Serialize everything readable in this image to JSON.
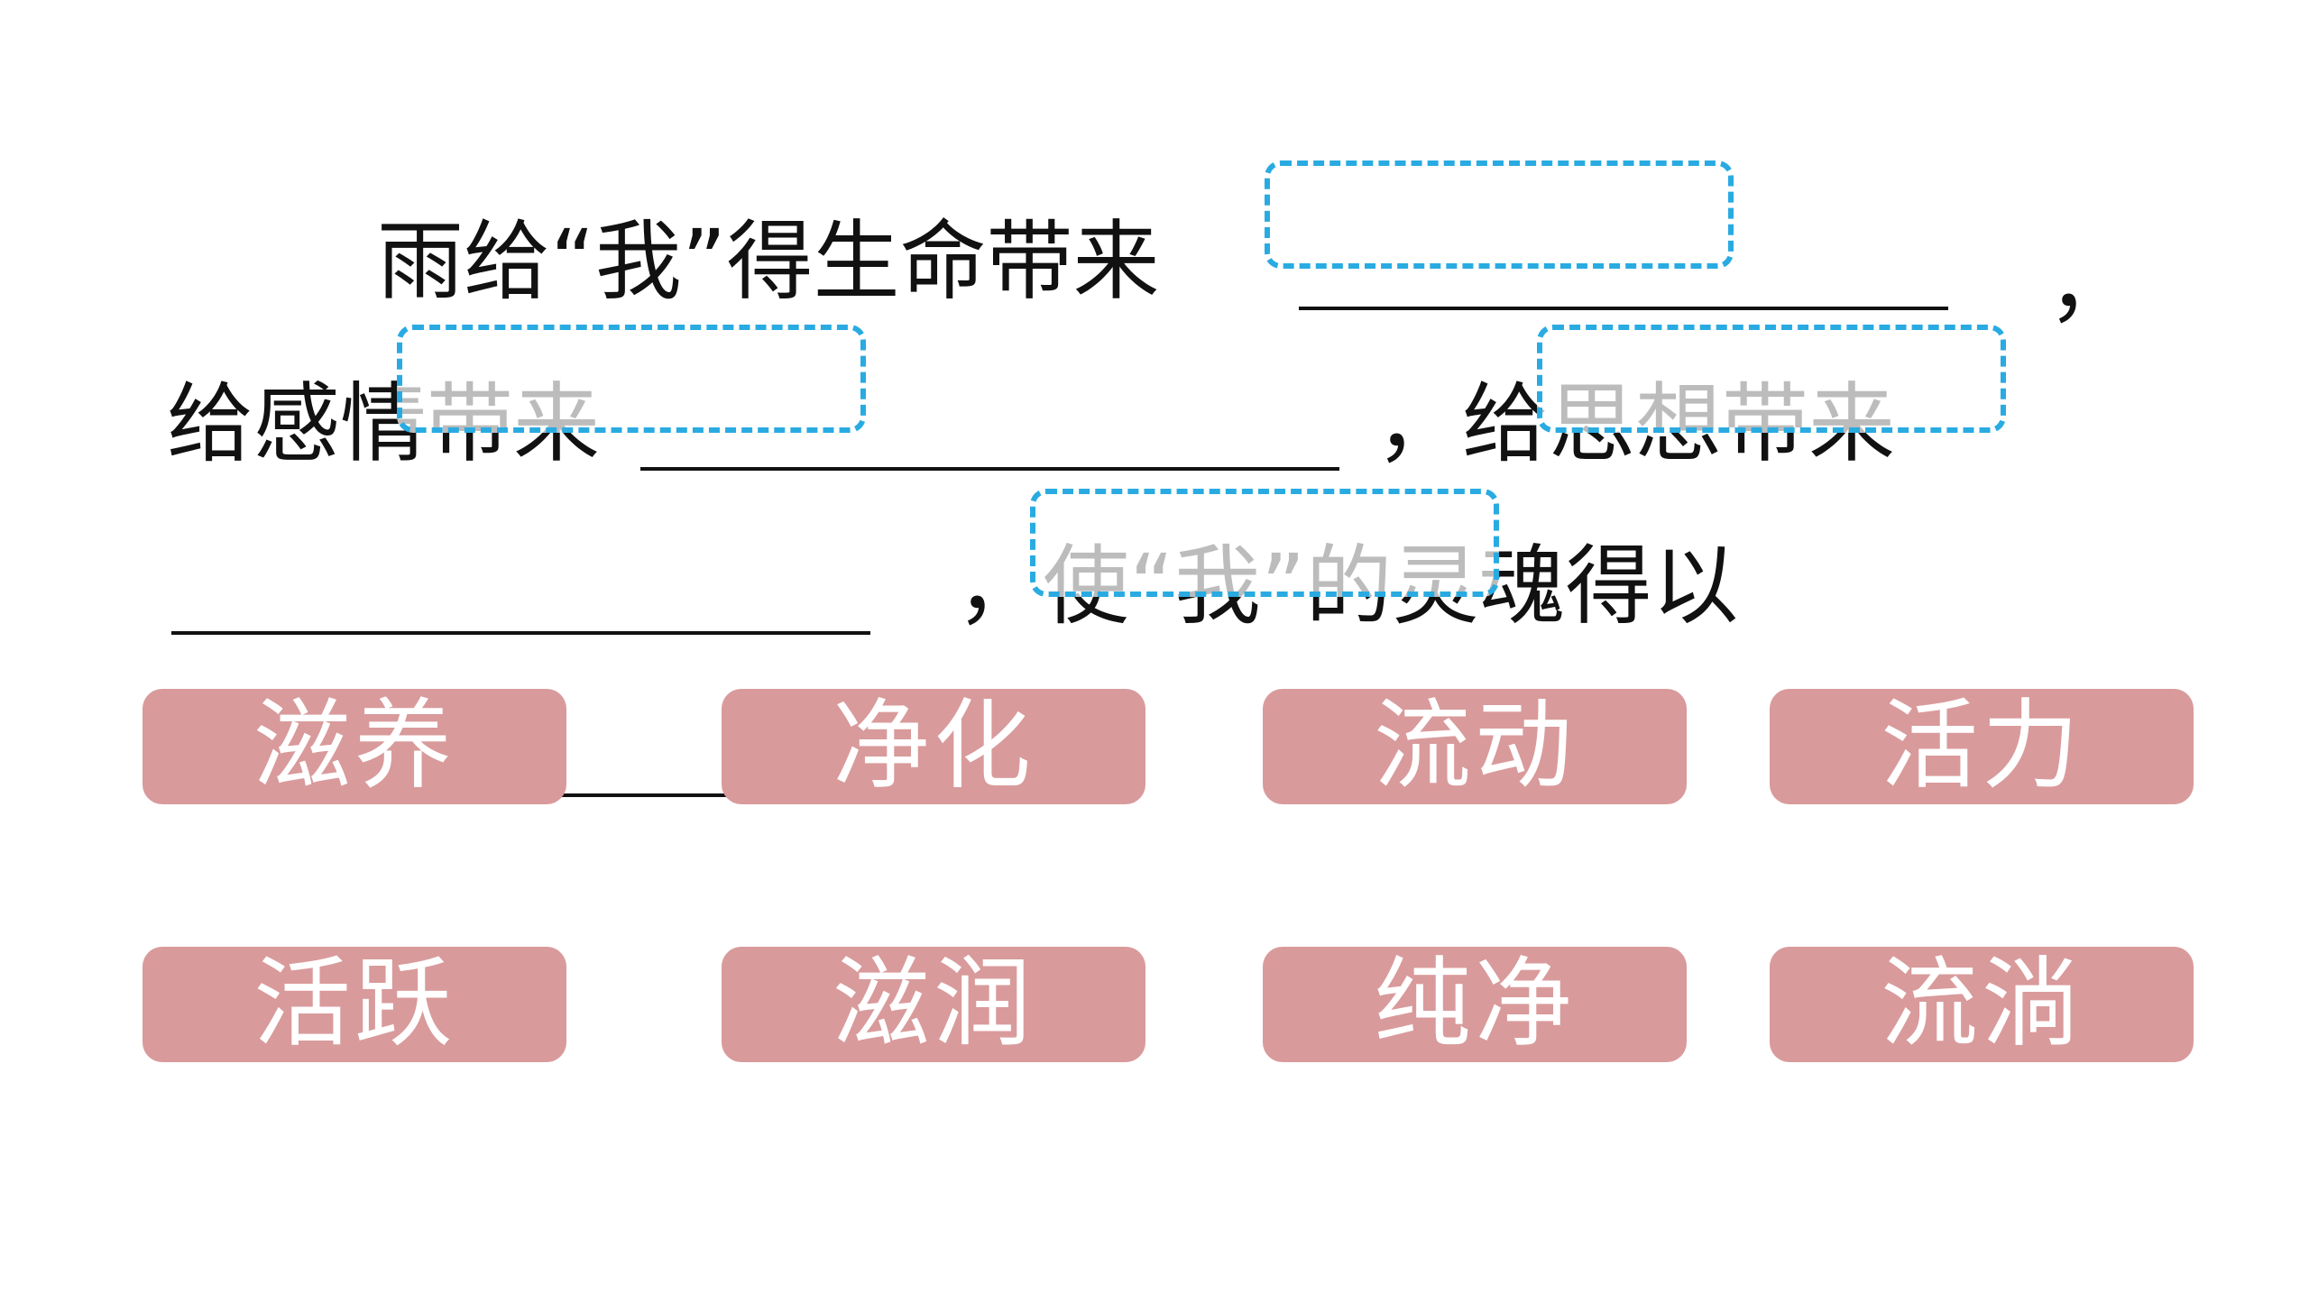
{
  "sentence": {
    "line1": "雨给“我”得生命带来",
    "line1_end": "，",
    "line2_start": "给感情带来",
    "line2_mid": "，给思想带来",
    "line3_mid": "，使“我”的灵魂得以",
    "line4_end": "。"
  },
  "word_bank": [
    "滋养",
    "净化",
    "流动",
    "活力",
    "活跃",
    "滋润",
    "纯净",
    "流淌"
  ],
  "colors": {
    "chip_bg": "#d99a9b",
    "chip_text": "#ffffff",
    "dropzone_border": "#29abe2",
    "text": "#111111"
  }
}
